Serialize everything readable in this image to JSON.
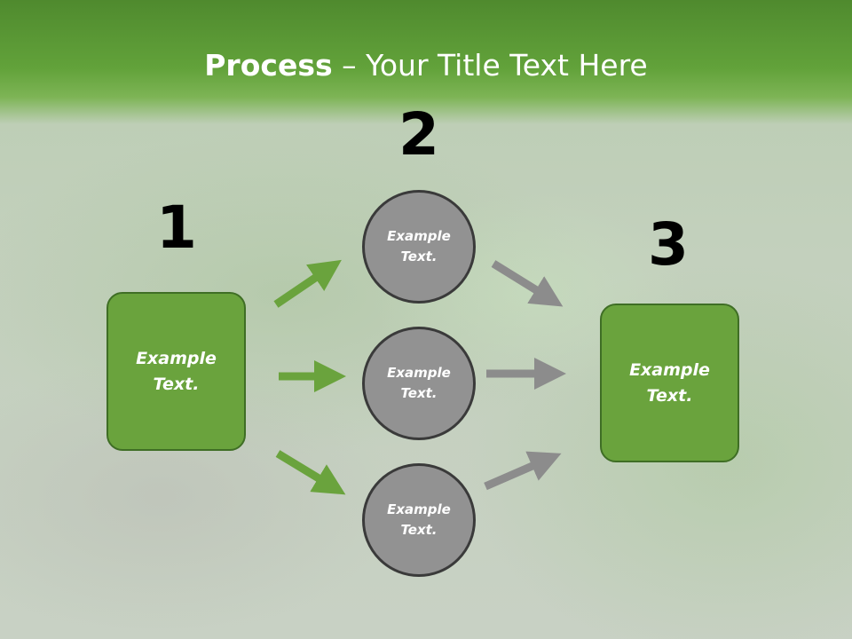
{
  "slide": {
    "title_bold": "Process",
    "title_rest": " – Your Title Text Here"
  },
  "steps": {
    "one": "1",
    "two": "2",
    "three": "3"
  },
  "nodes": {
    "left_box": "Example\nText.",
    "circle_top": "Example\nText.",
    "circle_middle": "Example\nText.",
    "circle_bottom": "Example\nText.",
    "right_box": "Example\nText."
  },
  "colors": {
    "green_arrow": "#6aa33d",
    "gray_arrow": "#8c8c8c",
    "box_fill": "#6aa33d",
    "circle_fill": "#929292"
  }
}
